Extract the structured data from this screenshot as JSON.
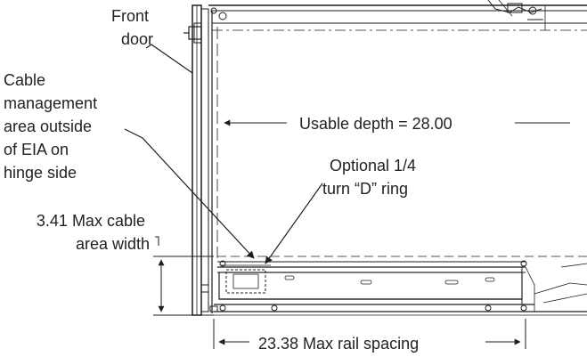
{
  "labels": {
    "front_door": [
      "Front",
      "door"
    ],
    "cable_area": [
      "Cable",
      "management",
      "area outside",
      "of EIA on",
      "hinge side"
    ],
    "usable_depth": "Usable depth = 28.00",
    "d_ring": [
      "Optional 1/4",
      "turn “D” ring"
    ],
    "max_cable_width": [
      "3.41 Max cable",
      "area width"
    ],
    "rail_spacing": "23.38 Max rail spacing"
  },
  "colors": {
    "line": "#1e1e1e",
    "text": "#222222",
    "background": "#ffffff"
  }
}
